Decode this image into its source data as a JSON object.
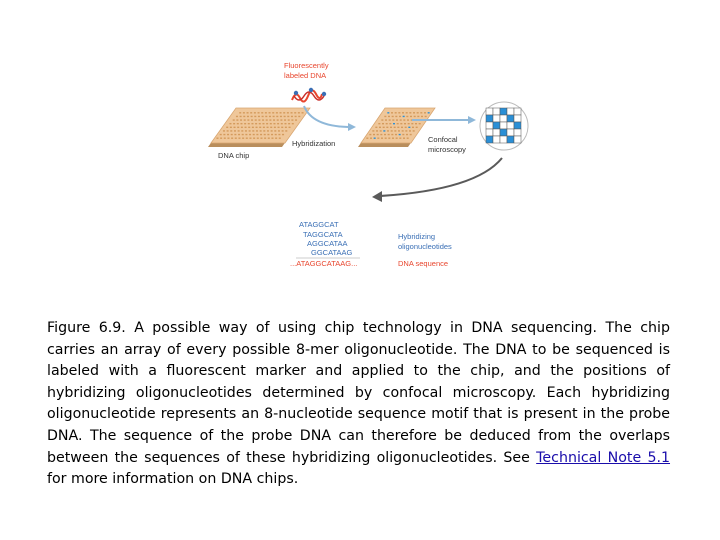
{
  "diagram": {
    "labels": {
      "fluorescent_dna": [
        "Fluorescently",
        "labeled DNA"
      ],
      "dna_chip": "DNA chip",
      "hybridization": "Hybridization",
      "confocal": [
        "Confocal",
        "microscopy"
      ],
      "hybridizing_oligos": [
        "Hybridizing",
        "oligonucleotides"
      ],
      "dna_sequence": "DNA sequence"
    },
    "oligos": [
      "ATAGGCAT",
      "TAGGCATA",
      "AGGCATAA",
      "GGCATAAG"
    ],
    "assembled_sequence": "...ATAGGCATAAG...",
    "colors": {
      "label_red": "#e8462e",
      "label_blue": "#3a6fb5",
      "chip": "#efc79a",
      "arrow": "#5a5a5a",
      "grid_fill": "#2a8fd6"
    }
  },
  "caption": {
    "text": "Figure 6.9. A possible way of using chip technology in DNA sequencing. The chip carries an array of every possible 8-mer oligonucleotide. The DNA to be sequenced is labeled with a fluorescent marker and applied to the chip, and the positions of hybridizing oligonucleotides determined by confocal microscopy. Each hybridizing oligonucleotide represents an 8-nucleotide sequence motif that is present in the probe DNA. The sequence of the probe DNA can therefore be deduced from the overlaps between the sequences of these hybridizing oligonucleotides. See",
    "link_text": "Technical Note 5.1",
    "text_after": " for more information on DNA chips."
  }
}
